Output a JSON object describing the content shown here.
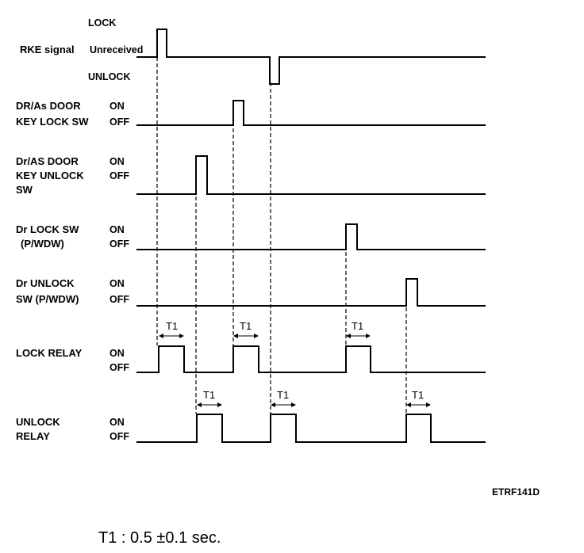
{
  "signals": {
    "rke": {
      "label": [
        "RKE signal"
      ],
      "states": [
        "LOCK",
        "Unreceived",
        "UNLOCK"
      ]
    },
    "key_lock": {
      "label": [
        "DR/As DOOR",
        "KEY LOCK SW"
      ],
      "states": [
        "ON",
        "OFF"
      ]
    },
    "key_unlock": {
      "label": [
        "Dr/AS DOOR",
        "KEY UNLOCK",
        "SW"
      ],
      "states": [
        "ON",
        "OFF"
      ]
    },
    "dr_lock": {
      "label": [
        "Dr LOCK SW",
        "(P/WDW)"
      ],
      "states": [
        "ON",
        "OFF"
      ]
    },
    "dr_unlock": {
      "label": [
        "Dr UNLOCK",
        "SW (P/WDW)"
      ],
      "states": [
        "ON",
        "OFF"
      ]
    },
    "lock_relay": {
      "label": [
        "LOCK RELAY"
      ],
      "states": [
        "ON",
        "OFF"
      ]
    },
    "unlock_relay": {
      "label": [
        "UNLOCK",
        "RELAY"
      ],
      "states": [
        "ON",
        "OFF"
      ]
    }
  },
  "timing_label": "T1",
  "figure_code": "ETRF141D",
  "note": "T1 : 0.5 ±0.1 sec."
}
